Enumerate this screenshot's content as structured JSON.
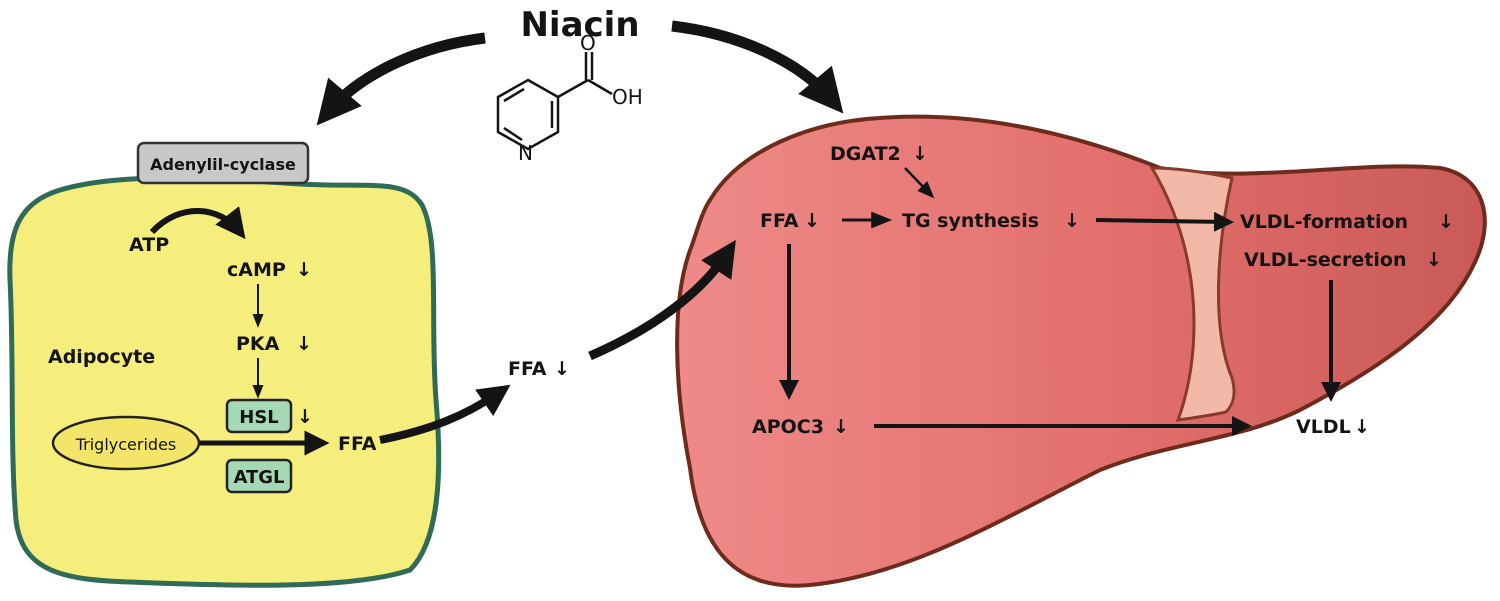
{
  "title": "Niacin",
  "molecule": {
    "atom_n": "N",
    "atom_o": "O",
    "atom_oh": "OH"
  },
  "adipocyte": {
    "cell_label": "Adipocyte",
    "adenylyl_cyclase": "Adenylil-cyclase",
    "atp": "ATP",
    "camp": "cAMP",
    "pka": "PKA",
    "hsl": "HSL",
    "atgl": "ATGL",
    "triglycerides": "Triglycerides",
    "ffa": "FFA"
  },
  "circulating_ffa": "FFA",
  "liver": {
    "dgat2": "DGAT2",
    "ffa": "FFA",
    "tg_synthesis": "TG synthesis",
    "vldl_formation": "VLDL-formation",
    "vldl_secretion": "VLDL-secretion",
    "apoc3": "APOC3",
    "vldl": "VLDL"
  },
  "decrease_symbol": "↓",
  "colors": {
    "adipocyte_fill": "#f5ee7c",
    "adipocyte_border": "#2f6b57",
    "liver_fill": "#e5716f",
    "liver_border": "#6e2a1c",
    "enzyme_box": "#a5d9b6",
    "cyclase_box": "#c8c8c8",
    "triglyceride_fill": "#f2e56a",
    "arrow": "#141414"
  }
}
